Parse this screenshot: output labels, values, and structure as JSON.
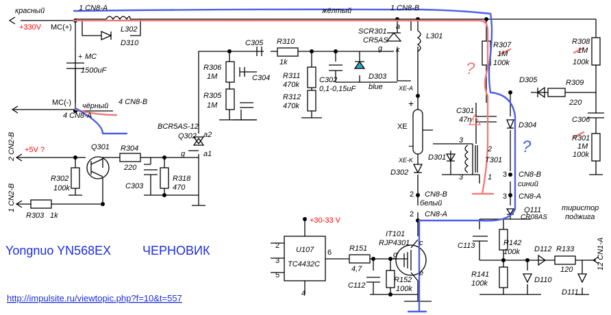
{
  "title": "Yongnuo YN568EX",
  "subtitle": "ЧЕРНОВИК",
  "url": "http://impulsite.ru/viewtopic.php?f=10&t=557",
  "colors": {
    "red_pen": "#f07a7a",
    "blue_pen": "#4a5ee8",
    "title_blue": "#1c2ddf",
    "link_blue": "#1c2ddf",
    "red_text": "#ff0000"
  },
  "wires": {
    "krasny": "красный",
    "plus330": "+330V",
    "mc_plus": "MC(+)",
    "mc_minus": "MC(-)",
    "cherny": "чёрный",
    "zholty": "жёлтый",
    "bely": "белый",
    "siny": "синий",
    "plus5": "+5V ?",
    "plus3033": "+30-33 V"
  },
  "connectors": {
    "cn8a_top": "1 CN8-A",
    "cn8b_top": "1  CN8-B",
    "cn8b_4": "4 CN8-B",
    "cn8a_4": "4 CN8-A",
    "cn2b_2": "2  CN2-B",
    "cn2b_1": "1  CN2-B",
    "cn8b_2": "CN8-B",
    "cn8a_2": "CN8-A",
    "cn8b_3": "CN8-B",
    "cn8a_3": "CN8-A",
    "cn1a": "12  CN1-A",
    "xea": "XE-A",
    "xek": "XE-K",
    "xe": "XE"
  },
  "components": {
    "l302": "L302",
    "d310": "D310",
    "mc": "MC",
    "c1500": "1500uF",
    "c305": "C305",
    "r310": "R310",
    "r310v": "1k",
    "r306": "R306",
    "r306v": "1M",
    "r305": "R305",
    "r305v": "1M",
    "c304": "C304",
    "r311": "R311",
    "r311v": "470k",
    "r312": "R312",
    "r312v": "470k",
    "c302": "C302",
    "c302v": "0,1-0,15uF",
    "scr301": "SCR301",
    "cr5as": "CR5AS",
    "d303": "D303",
    "blue": "blue",
    "l301": "L301",
    "r307": "R307",
    "r307old": "1M",
    "r307v": "100k",
    "r308": "R308",
    "r308old": "1M",
    "r308v": "100k",
    "d305": "D305",
    "r309": "R309",
    "r309v": "220",
    "c306": "C306",
    "r301": "R301",
    "r301old": "1M",
    "r301v": "100k",
    "c301": "C301",
    "c301v": "47n",
    "d304": "D304",
    "d301": "D301",
    "t301": "T301",
    "d302": "D302",
    "q311": "Q111",
    "cr08as": "CR08AS",
    "tiristor1": "тиристор",
    "tiristor2": "поджига",
    "bcr": "BCR5AS-12",
    "q302": "Q302",
    "q301": "Q301",
    "r304": "R304",
    "r304v": "220",
    "r302": "R302",
    "r302v": "100k",
    "c303": "C303",
    "r318": "R318",
    "r318v": "470",
    "r303": "R303",
    "r303v": "1k",
    "u107": "U107",
    "tc4432": "TC4432C",
    "r151": "R151",
    "r151v": "4,7",
    "c112": "C112",
    "r152": "R152",
    "r152v": "100k",
    "it101": "IT101",
    "rjp": "RJP4301",
    "c113": "C113",
    "r142": "R142",
    "r142v": "100k",
    "r141": "R141",
    "r141v": "100k",
    "d112": "D112",
    "r133": "R133",
    "r133v": "120",
    "d110": "D110",
    "d111": "D111"
  },
  "pins": {
    "a": "a",
    "k": "k",
    "g": "g",
    "a1": "a1",
    "a2": "a2",
    "c": "c",
    "e": "e",
    "n1": "1",
    "n2": "2",
    "n3": "3",
    "n4": "4",
    "n5": "5",
    "n6": "6",
    "plus": "+",
    "minus": "−",
    "plus_mc": "+"
  },
  "annotations": {
    "q1": "?",
    "q2": "?",
    "warn": "!"
  }
}
